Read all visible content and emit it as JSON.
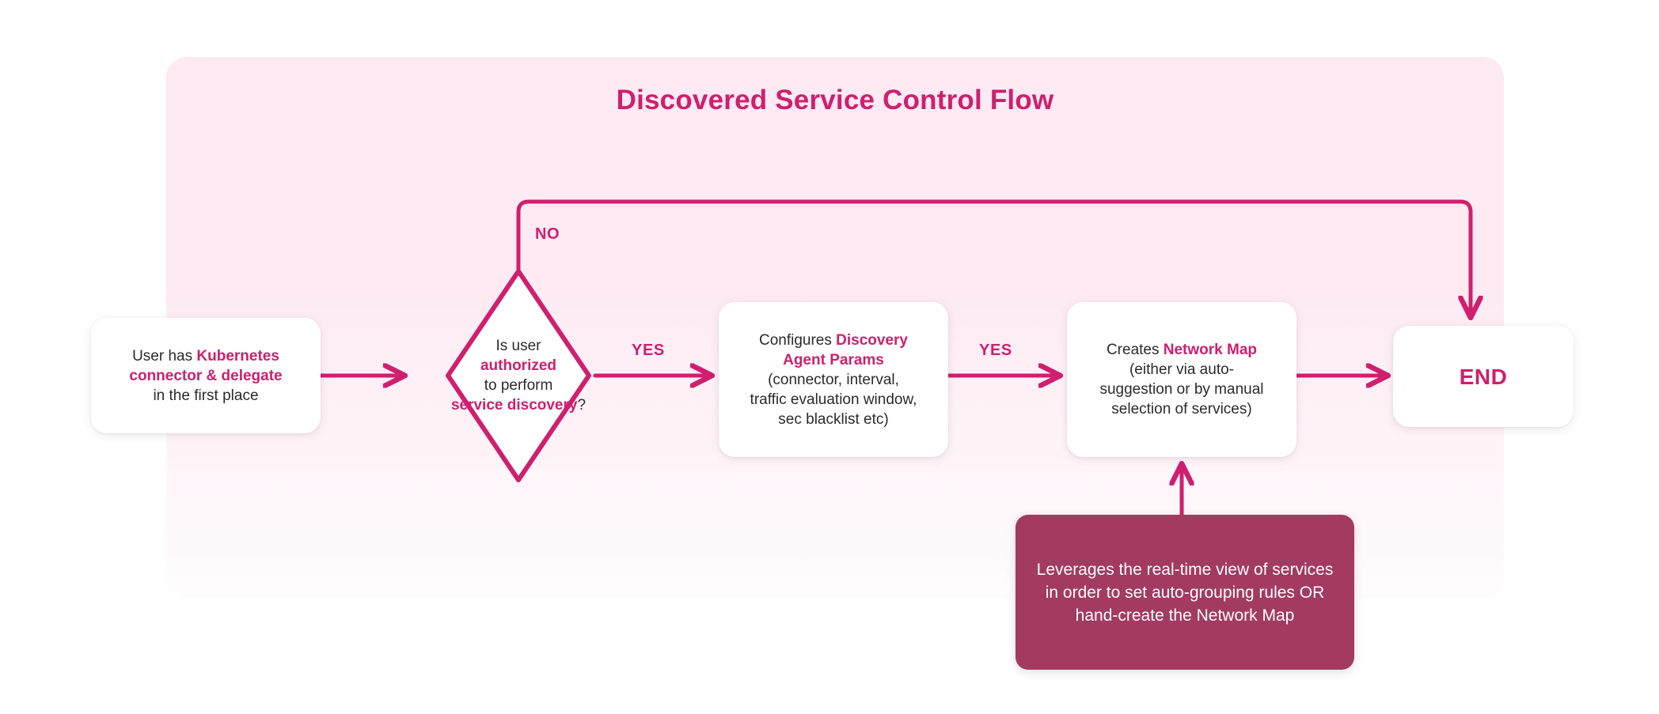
{
  "diagram": {
    "title": "Discovered Service Control Flow",
    "colors": {
      "accent": "#cf1f6e",
      "panel_bg": "#fdeaf3",
      "note_bg": "#a33a60",
      "node_bg": "#ffffff",
      "text": "#2b2b2b",
      "note_text": "#ffffff"
    }
  },
  "nodes": {
    "start": {
      "type": "process",
      "lines": [
        {
          "plain": "User has ",
          "highlight": "Kubernetes"
        },
        {
          "plain": "",
          "highlight": "connector & delegate"
        },
        {
          "plain": "in the first place",
          "highlight": ""
        }
      ],
      "text": "User has Kubernetes connector & delegate in the first place"
    },
    "decision": {
      "type": "decision",
      "lines": [
        {
          "plain": "Is user",
          "highlight": ""
        },
        {
          "plain": "",
          "highlight": "authorized"
        },
        {
          "plain": "to perform",
          "highlight": ""
        },
        {
          "plain": "?",
          "highlight": "service discovery"
        }
      ],
      "text": "Is user authorized to perform service discovery?"
    },
    "params": {
      "type": "process",
      "lines": [
        {
          "plain": "Configures ",
          "highlight": "Discovery"
        },
        {
          "plain": "",
          "highlight": "Agent Params"
        },
        {
          "plain": "(connector, interval,",
          "highlight": ""
        },
        {
          "plain": "traffic evaluation window,",
          "highlight": ""
        },
        {
          "plain": "sec blacklist etc)",
          "highlight": ""
        }
      ],
      "text": "Configures Discovery Agent Params (connector, interval, traffic evaluation window, sec blacklist etc)"
    },
    "netmap": {
      "type": "process",
      "lines": [
        {
          "plain": "Creates ",
          "highlight": "Network Map"
        },
        {
          "plain": "(either via auto-",
          "highlight": ""
        },
        {
          "plain": "suggestion or by manual",
          "highlight": ""
        },
        {
          "plain": "selection of services)",
          "highlight": ""
        }
      ],
      "text": "Creates Network Map (either via auto-suggestion or by manual selection of services)"
    },
    "end": {
      "type": "terminator",
      "label": "END"
    },
    "note": {
      "type": "note",
      "text": "Leverages the real-time view of services in order to set auto-grouping rules OR hand-create the Network Map"
    }
  },
  "edges": [
    {
      "id": "start-to-decision",
      "label": "",
      "from": "start",
      "to": "decision"
    },
    {
      "id": "decision-yes-1",
      "label": "YES",
      "from": "decision",
      "to": "params"
    },
    {
      "id": "params-yes-2",
      "label": "YES",
      "from": "params",
      "to": "netmap"
    },
    {
      "id": "netmap-to-end",
      "label": "",
      "from": "netmap",
      "to": "end"
    },
    {
      "id": "decision-no",
      "label": "NO",
      "from": "decision",
      "to": "end"
    },
    {
      "id": "note-to-netmap",
      "label": "",
      "from": "note",
      "to": "netmap"
    }
  ],
  "labels": {
    "no": "NO",
    "yes_1": "YES",
    "yes_2": "YES"
  }
}
